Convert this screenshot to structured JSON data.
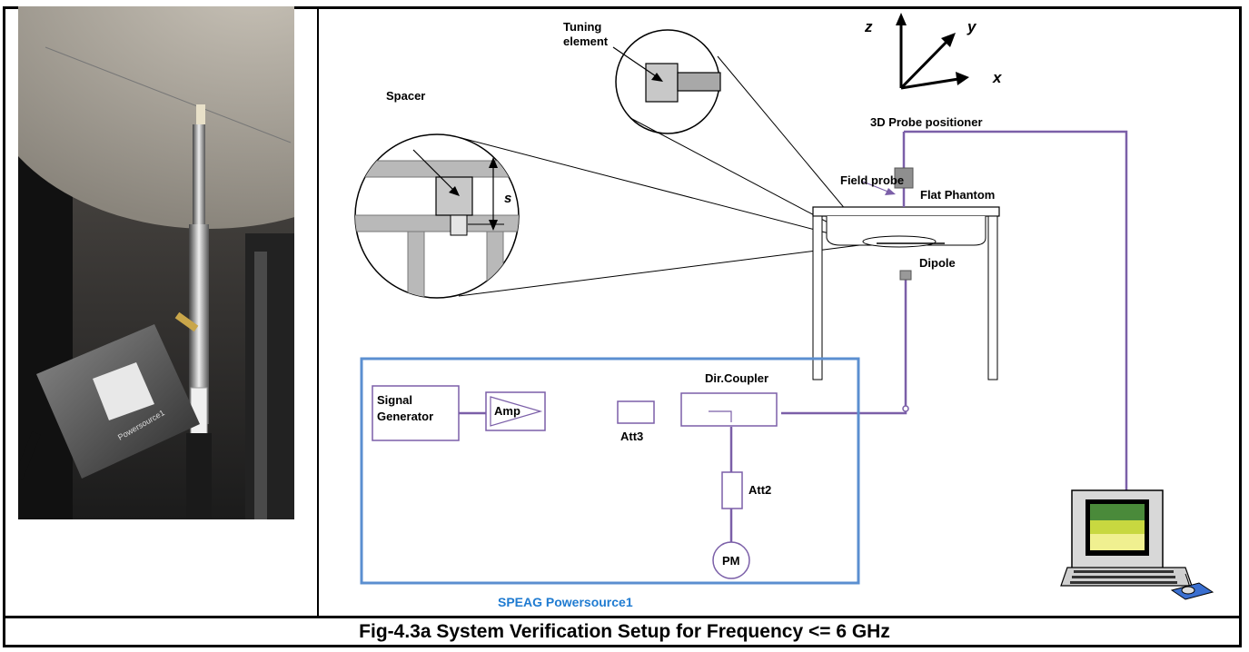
{
  "caption": "Fig-4.3a System Verification Setup for Frequency <= 6 GHz",
  "photo": {
    "device_label": "Powersource1"
  },
  "diagram": {
    "axes": {
      "z": "z",
      "y": "y",
      "x": "x"
    },
    "labels": {
      "tuning_element": [
        "Tuning",
        "element"
      ],
      "spacer": "Spacer",
      "s": "s",
      "probe_positioner": "3D Probe positioner",
      "field_probe": "Field probe",
      "flat_phantom": "Flat Phantom",
      "dipole": "Dipole",
      "signal_generator": [
        "Signal",
        "Generator"
      ],
      "amp": "Amp",
      "att3": "Att3",
      "dir_coupler": "Dir.Coupler",
      "att2": "Att2",
      "pm": "PM",
      "speag": "SPEAG Powersource1"
    },
    "colors": {
      "cable": "#7b5fa8",
      "speag_box": "#5b8fd0",
      "speag_text": "#1f7bd1"
    }
  }
}
